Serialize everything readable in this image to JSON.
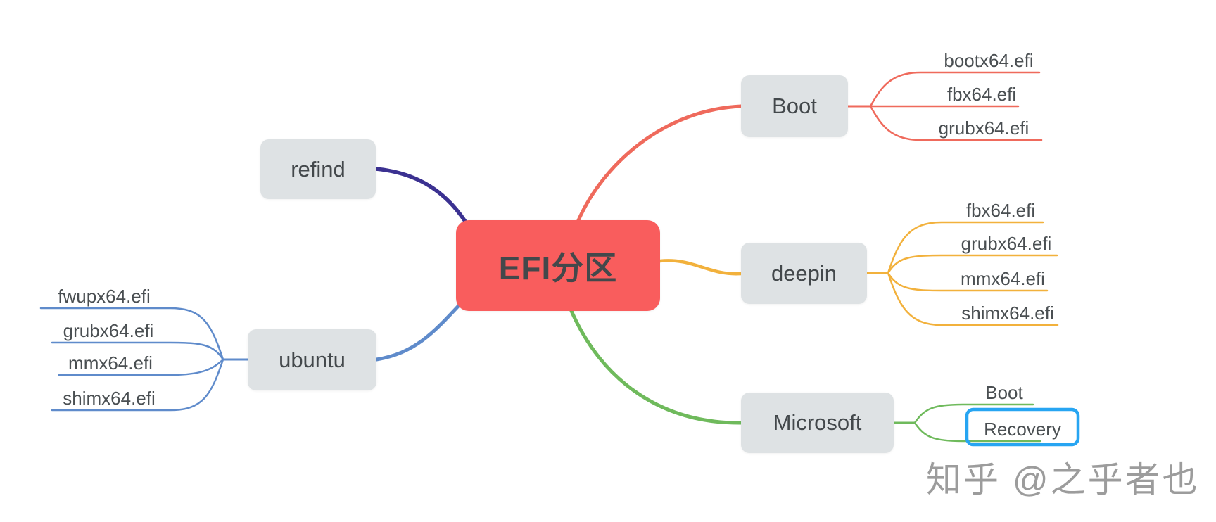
{
  "root": {
    "label": "EFI分区",
    "bg_color": "#F95D5D",
    "text_color": "#FFFFFF"
  },
  "node_style": {
    "bg_color": "#DEE2E4",
    "text_color": "#43484B"
  },
  "branches": [
    {
      "id": "boot",
      "label": "Boot",
      "color": "#EF6A5C",
      "children": [
        "bootx64.efi",
        "fbx64.efi",
        "grubx64.efi"
      ]
    },
    {
      "id": "deepin",
      "label": "deepin",
      "color": "#F2B13C",
      "children": [
        "fbx64.efi",
        "grubx64.efi",
        "mmx64.efi",
        "shimx64.efi"
      ]
    },
    {
      "id": "microsoft",
      "label": "Microsoft",
      "color": "#6FBA5C",
      "children": [
        "Boot",
        "Recovery"
      ]
    },
    {
      "id": "ubuntu",
      "label": "ubuntu",
      "color": "#5F8BCB",
      "children": [
        "fwupx64.efi",
        "grubx64.efi",
        "mmx64.efi",
        "shimx64.efi"
      ]
    },
    {
      "id": "refind",
      "label": "refind",
      "color": "#3B3191",
      "children": []
    }
  ],
  "selection": {
    "selected_topic": "Recovery",
    "color": "#27A5F2"
  },
  "watermark": {
    "text": "知乎 @之乎者也",
    "color": "#9C9C9C"
  }
}
